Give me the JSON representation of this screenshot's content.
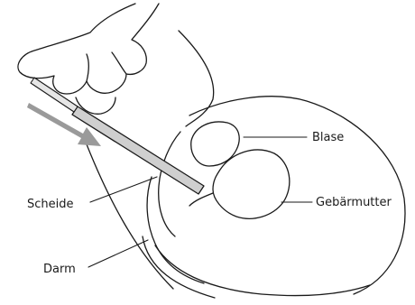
{
  "labels": {
    "bladder": "Blase",
    "vagina": "Scheide",
    "uterus": "Gebärmutter",
    "bowel": "Darm"
  },
  "colors": {
    "line": "#1a1a1a",
    "applicator_fill": "#cfcfcf",
    "arrow": "#9a9a9a",
    "background": "#ffffff"
  }
}
